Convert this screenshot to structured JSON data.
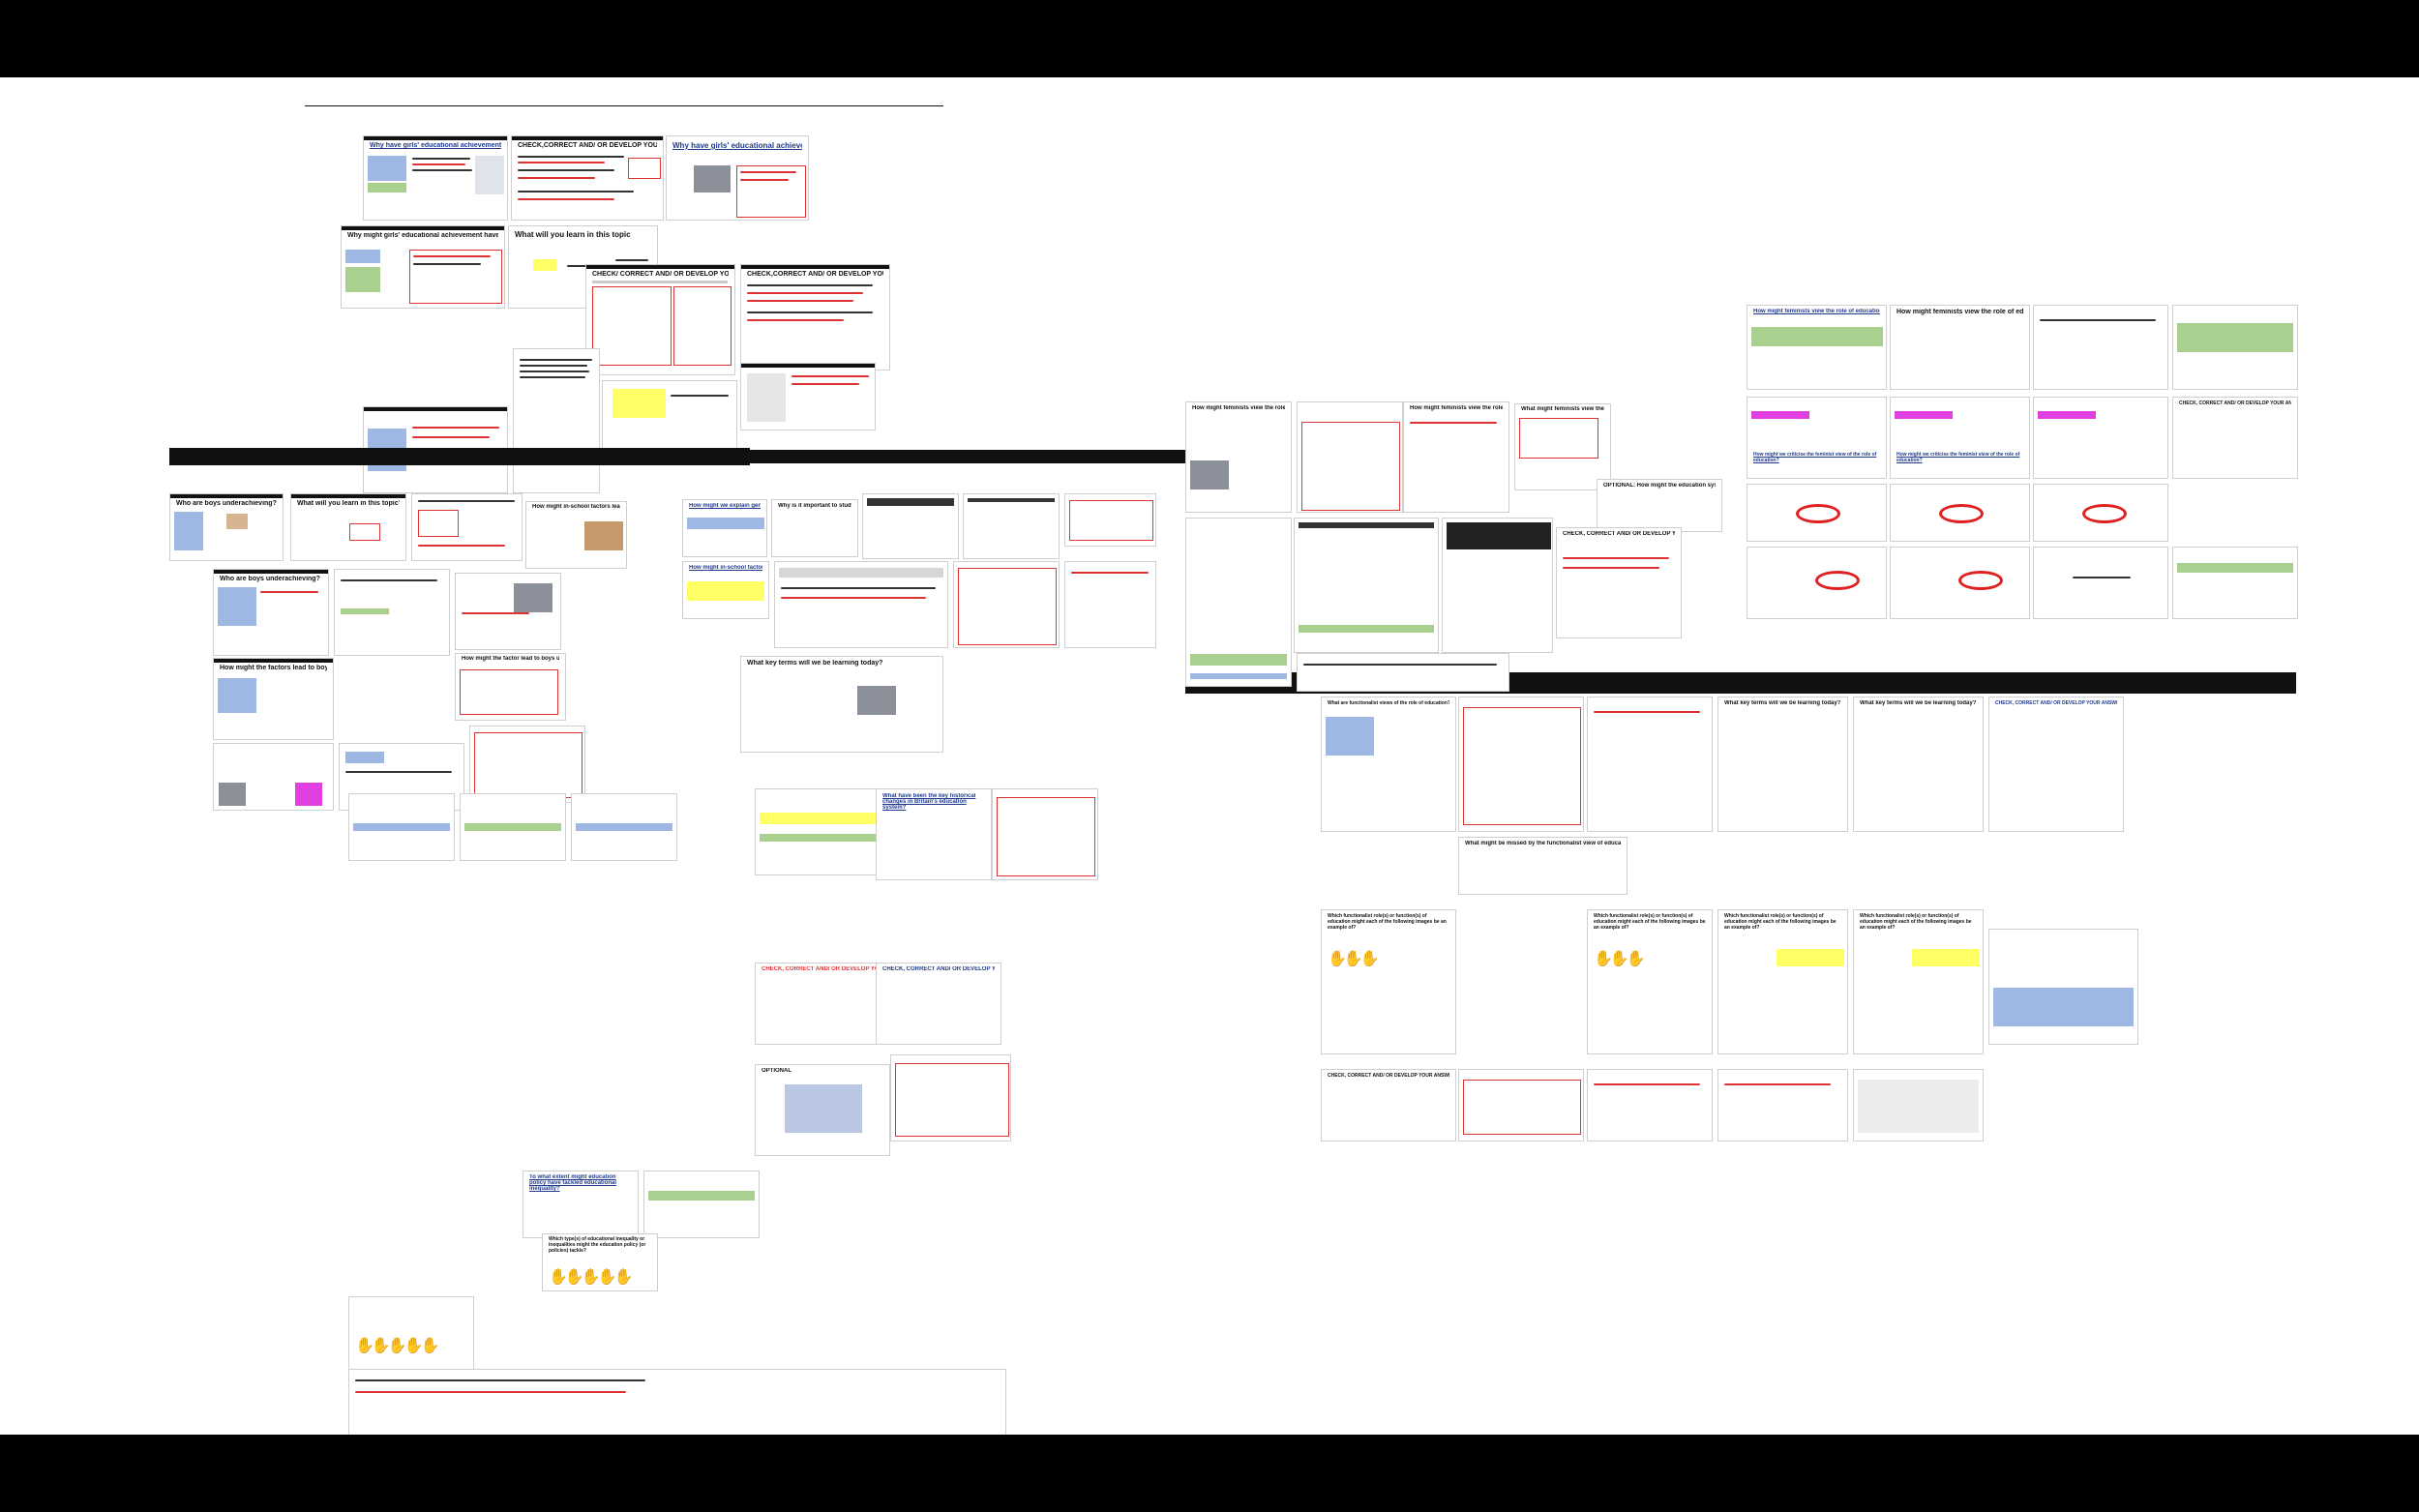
{
  "canvas": {
    "background": "#ffffff",
    "letterbox": "#000000"
  },
  "colors": {
    "red": "#dd3333",
    "blue_fill": "#9fb8e3",
    "green_fill": "#a9d08e",
    "yellow": "#ffff66",
    "magenta": "#e040e0"
  },
  "clusters": {
    "girls": {
      "titles": [
        "Why have girls' educational achievement improved?",
        "CHECK,CORRECT AND/ OR DEVELOP YOUR ANSWERS",
        "Why have girls' educational achievement improved?",
        "Why might girls' educational achievement have improved?",
        "What will you learn in this topic",
        "CHECK/ CORRECT AND/ OR DEVELOP YOUR ANSWERS",
        "CHECK,CORRECT AND/ OR DEVELOP YOUR ANSWERS"
      ]
    },
    "labelling": {
      "titles": [
        "Who are boys underachieving?",
        "What will you learn in this topic?",
        "How might in-school factors lead to boys' underachievement?",
        "Who are boys underachieving?",
        "How might the factors lead to boys underachieving?",
        "How might the factor lead to boys underachieving?"
      ]
    },
    "processes": {
      "titles": [
        "How might we explain gender differences in subject choice?",
        "Why is it important to study?",
        "How might in-school factors lead to boys' underachievement?",
        "What key terms will we be learning today?"
      ]
    },
    "policies": {
      "titles": [
        "What have been the key historical changes in Britain's education system?",
        "CHECK, CORRECT AND/ OR DEVELOP YOUR ANSWERS",
        "CHECK, CORRECT AND/ OR DEVELOP YOUR ANSWERS",
        "OPTIONAL",
        "To what extent might education policy have tackled educational inequality?",
        "Which type(s) of educational inequality or inequalities might the education policy (or policies) tackle?"
      ]
    },
    "feminism": {
      "titles": [
        "How might feminists view the role of education?",
        "How might feminists view the role of education?",
        "What might feminists view the role of education?",
        "OPTIONAL: How might the education system be criticised?",
        "CHECK, CORRECT AND/ OR DEVELOP YOUR ANSWERS"
      ]
    },
    "feminists_right": {
      "titles": [
        "How might feminists view the role of education?",
        "How might feminists view the role of education?",
        "How might we criticise the feminist view of the role of education?",
        "How might we criticise the feminist view of the role of education?",
        "CHECK, CORRECT AND/ OR DEVELOP YOUR ANSWERS"
      ]
    },
    "functionalism": {
      "titles": [
        "What are functionalist views of the role of education?",
        "What might be missed by the functionalist view of education?",
        "What key terms will we be learning today?",
        "What key terms will we be learning today?",
        "CHECK, CORRECT AND/ OR DEVELOP YOUR ANSWERS",
        "Which functionalist role(s) or function(s) of education might each of the following images be an example of?",
        "Which functionalist role(s) or function(s) of education might each of the following images be an example of?",
        "Which functionalist role(s) or function(s) of education might each of the following images be an example of?",
        "Which functionalist role(s) or function(s) of education might each of the following images be an example of?",
        "CHECK, CORRECT AND/ OR DEVELOP YOUR ANSWERS"
      ]
    }
  }
}
